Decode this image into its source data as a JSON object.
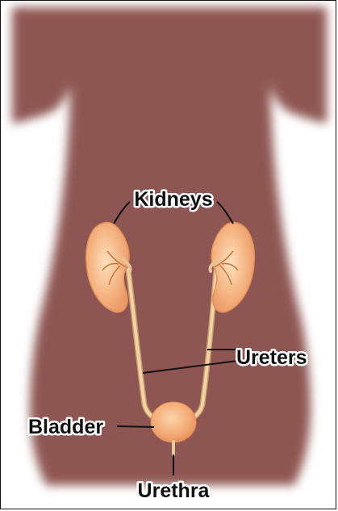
{
  "labels": {
    "kidneys": "Kidneys",
    "ureters": "Ureters",
    "bladder": "Bladder",
    "urethra": "Urethra"
  },
  "colors": {
    "skin": "#8e5753",
    "organ": "#f4b07a",
    "organ_light": "#fbd3a7",
    "tube": "#e8c99a",
    "leader_line": "#111111"
  }
}
